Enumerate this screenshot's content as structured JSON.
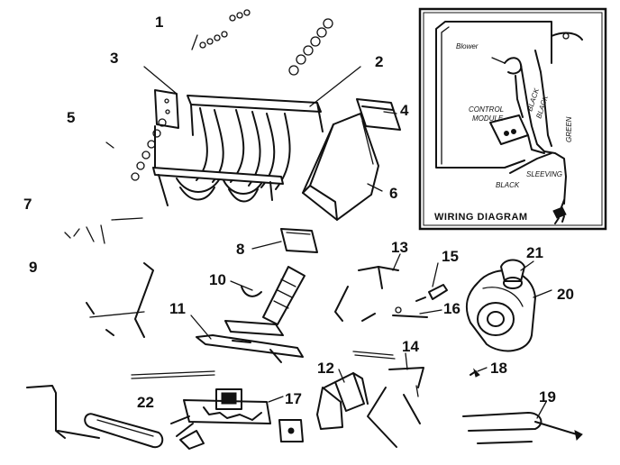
{
  "callouts": [
    {
      "id": "c1",
      "label": "1"
    },
    {
      "id": "c2",
      "label": "2"
    },
    {
      "id": "c3",
      "label": "3"
    },
    {
      "id": "c4",
      "label": "4"
    },
    {
      "id": "c5",
      "label": "5"
    },
    {
      "id": "c6",
      "label": "6"
    },
    {
      "id": "c7",
      "label": "7"
    },
    {
      "id": "c8",
      "label": "8"
    },
    {
      "id": "c9",
      "label": "9"
    },
    {
      "id": "c10",
      "label": "10"
    },
    {
      "id": "c11",
      "label": "11"
    },
    {
      "id": "c12",
      "label": "12"
    },
    {
      "id": "c13",
      "label": "13"
    },
    {
      "id": "c14",
      "label": "14"
    },
    {
      "id": "c15",
      "label": "15"
    },
    {
      "id": "c16",
      "label": "16"
    },
    {
      "id": "c17",
      "label": "17"
    },
    {
      "id": "c18",
      "label": "18"
    },
    {
      "id": "c19",
      "label": "19"
    },
    {
      "id": "c20",
      "label": "20"
    },
    {
      "id": "c21",
      "label": "21"
    },
    {
      "id": "c22",
      "label": "22"
    }
  ],
  "wiring_diagram": {
    "title": "WIRING DIAGRAM",
    "labels": {
      "blower": "Blower",
      "control_module": "CONTROL",
      "control_module_2": "MODULE",
      "black_1": "BLACK",
      "black_2": "BLACK",
      "green": "GREEN",
      "sleeving": "SLEEVING",
      "black_3": "BLACK"
    }
  }
}
